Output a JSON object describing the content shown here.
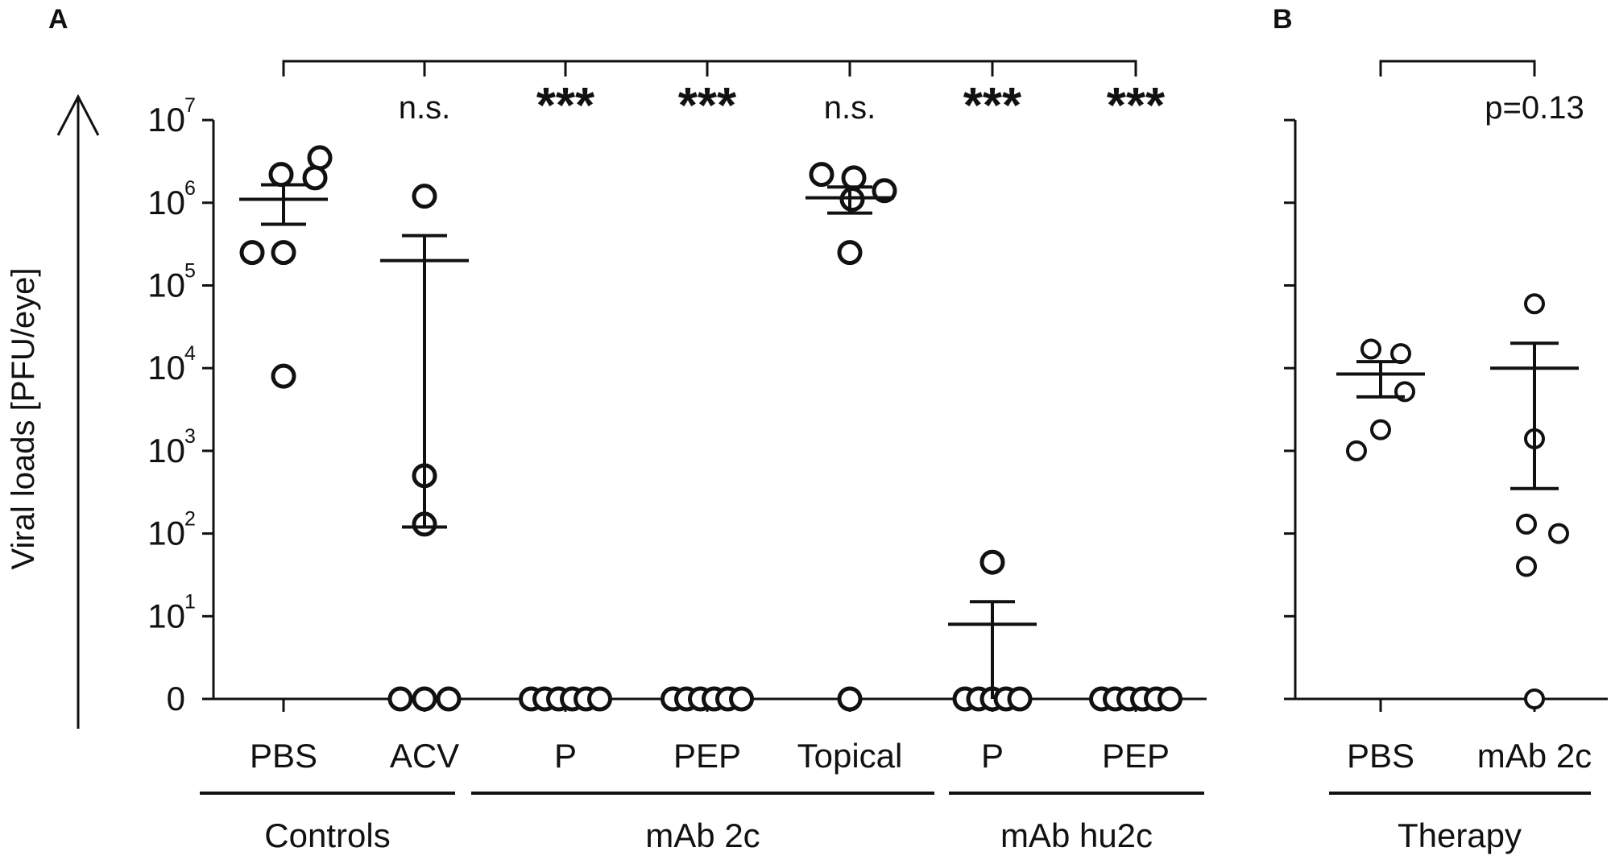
{
  "chart_data": [
    {
      "panel": "A",
      "type": "scatter",
      "ylabel": "Viral loads [PFU/eye]",
      "yscale": "log",
      "y_tick_labels": [
        {
          "label": "0",
          "value": 0
        },
        {
          "label": "10",
          "exp": "1",
          "value": 10
        },
        {
          "label": "10",
          "exp": "2",
          "value": 100
        },
        {
          "label": "10",
          "exp": "3",
          "value": 1000
        },
        {
          "label": "10",
          "exp": "4",
          "value": 10000
        },
        {
          "label": "10",
          "exp": "5",
          "value": 100000
        },
        {
          "label": "10",
          "exp": "6",
          "value": 1000000
        },
        {
          "label": "10",
          "exp": "7",
          "value": 10000000
        }
      ],
      "categories": [
        "PBS",
        "ACV",
        "P",
        "PEP",
        "Topical",
        "P",
        "PEP"
      ],
      "groups": [
        {
          "label": "Controls",
          "categories": [
            "PBS",
            "ACV"
          ]
        },
        {
          "label": "mAb 2c",
          "categories": [
            "P",
            "PEP",
            "Topical"
          ]
        },
        {
          "label": "mAb hu2c",
          "categories": [
            "P",
            "PEP"
          ]
        }
      ],
      "series": [
        {
          "category": "PBS",
          "points": [
            3500000,
            2200000,
            2000000,
            250000,
            250000,
            8000
          ],
          "mean": 1100000,
          "sem_low": 550000,
          "sem_high": 1650000,
          "annotation": ""
        },
        {
          "category": "ACV",
          "points": [
            1200000,
            500,
            130,
            0,
            0,
            0
          ],
          "mean": 200000,
          "sem_low": 120,
          "sem_high": 400000,
          "annotation": "n.s."
        },
        {
          "category": "P",
          "points": [
            0,
            0,
            0,
            0,
            0,
            0
          ],
          "annotation": "***"
        },
        {
          "category": "PEP",
          "points": [
            0,
            0,
            0,
            0,
            0,
            0
          ],
          "annotation": "***"
        },
        {
          "category": "Topical",
          "points": [
            2200000,
            2000000,
            1400000,
            1100000,
            250000,
            0
          ],
          "mean": 1150000,
          "sem_low": 750000,
          "sem_high": 1550000,
          "annotation": "n.s."
        },
        {
          "category": "P",
          "points": [
            45,
            0,
            0,
            0,
            0,
            0
          ],
          "mean": 8,
          "sem_low": 0,
          "sem_high": 15,
          "annotation": "***"
        },
        {
          "category": "PEP",
          "points": [
            0,
            0,
            0,
            0,
            0,
            0
          ],
          "annotation": "***"
        }
      ]
    },
    {
      "panel": "B",
      "type": "scatter",
      "yscale": "log",
      "categories": [
        "PBS",
        "mAb 2c"
      ],
      "groups": [
        {
          "label": "Therapy",
          "categories": [
            "PBS",
            "mAb 2c"
          ]
        }
      ],
      "annotation": "p=0.13",
      "series": [
        {
          "category": "PBS",
          "points": [
            17000,
            15000,
            5200,
            1800,
            1000
          ],
          "mean": 8500,
          "sem_low": 4500,
          "sem_high": 12000
        },
        {
          "category": "mAb 2c",
          "points": [
            60000,
            1400,
            130,
            100,
            40,
            0
          ],
          "mean": 10000,
          "sem_low": 350,
          "sem_high": 20000
        }
      ]
    }
  ]
}
